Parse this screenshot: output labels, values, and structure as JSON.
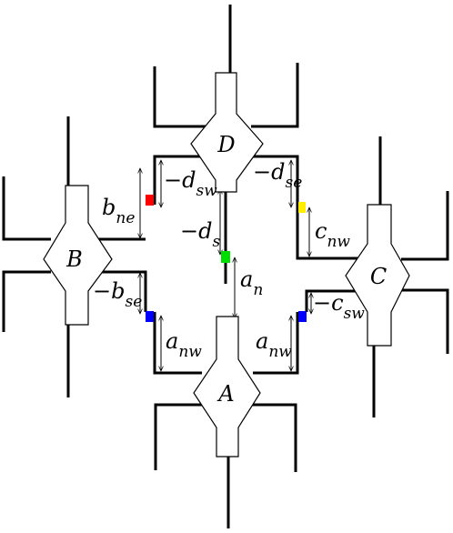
{
  "nodes": {
    "A": {
      "label": "A"
    },
    "B": {
      "label": "B"
    },
    "C": {
      "label": "C"
    },
    "D": {
      "label": "D"
    }
  },
  "labels": {
    "d_sw": {
      "sign": "−",
      "main": "d",
      "sub": "sw"
    },
    "d_se": {
      "sign": "−",
      "main": "d",
      "sub": "se"
    },
    "d_s": {
      "sign": "−",
      "main": "d",
      "sub": "s"
    },
    "b_ne": {
      "sign": "",
      "main": "b",
      "sub": "ne"
    },
    "b_se": {
      "sign": "−",
      "main": "b",
      "sub": "se"
    },
    "c_nw": {
      "sign": "",
      "main": "c",
      "sub": "nw"
    },
    "c_sw": {
      "sign": "−",
      "main": "c",
      "sub": "sw"
    },
    "a_n": {
      "sign": "",
      "main": "a",
      "sub": "n"
    },
    "a_nw_left": {
      "sign": "",
      "main": "a",
      "sub": "nw"
    },
    "a_nw_right": {
      "sign": "",
      "main": "a",
      "sub": "nw"
    }
  },
  "markers": {
    "red": "#ff0000",
    "yellow": "#ffee00",
    "green": "#00dd00",
    "blue": "#0000ff"
  }
}
